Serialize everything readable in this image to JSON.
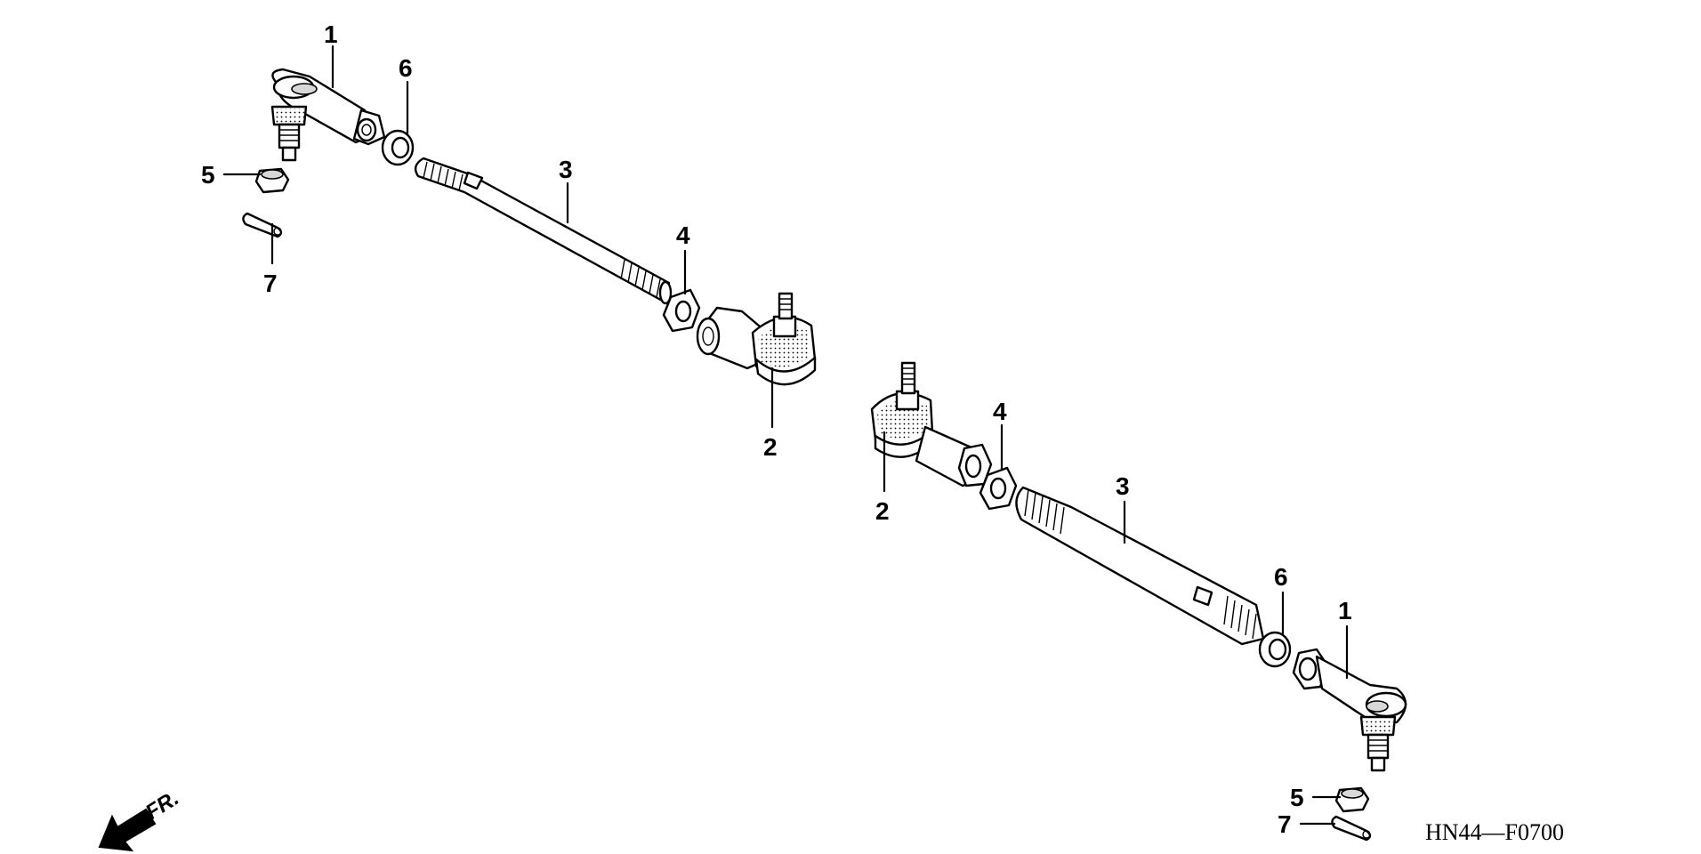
{
  "diagram": {
    "code": "HN44—F0700",
    "direction_label": "FR.",
    "callouts": {
      "c1a": "1",
      "c6a": "6",
      "c5a": "5",
      "c7a": "7",
      "c3a": "3",
      "c4a": "4",
      "c2a": "2",
      "c2b": "2",
      "c4b": "4",
      "c3b": "3",
      "c6b": "6",
      "c1b": "1",
      "c5b": "5",
      "c7b": "7"
    }
  }
}
